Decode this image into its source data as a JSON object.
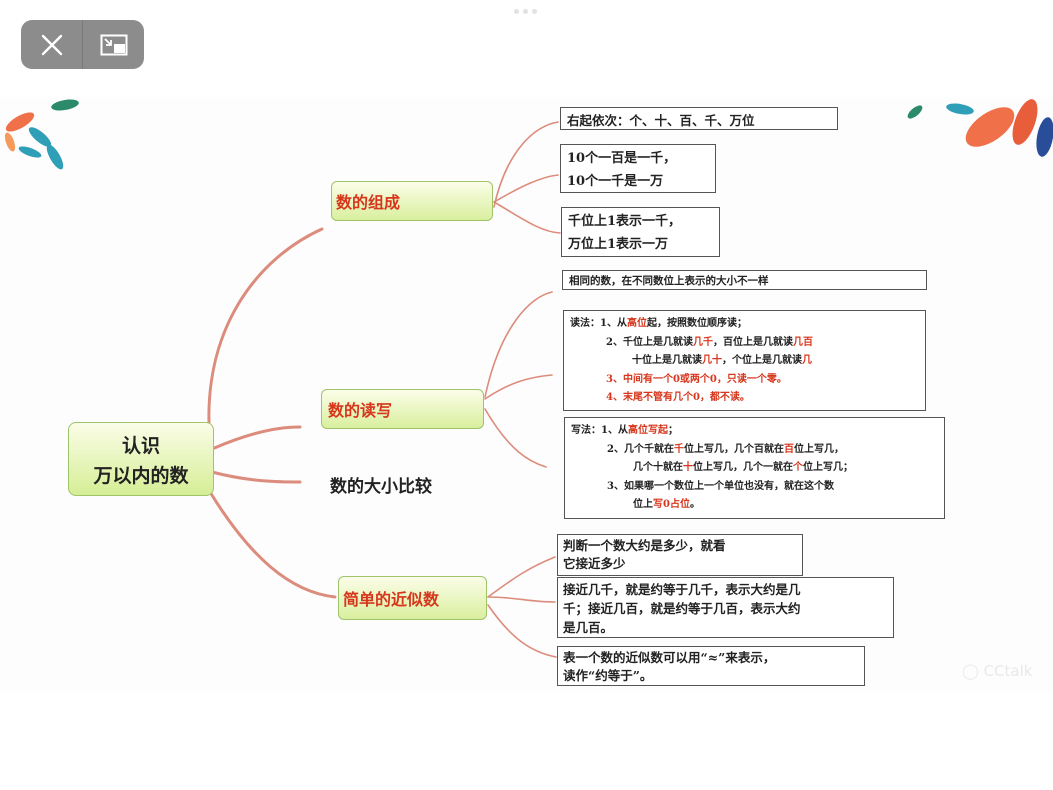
{
  "viewer": {
    "close_icon": "close-icon",
    "pip_icon": "picture-in-picture-icon"
  },
  "mindmap": {
    "root": {
      "line1": "认识",
      "line2": "万以内的数"
    },
    "branch1": {
      "label": "数的组成",
      "box1": "右起依次：个、十、百、千、万位",
      "box2": [
        "10个一百是一千，",
        "10个一千是一万"
      ],
      "box3": [
        "千位上1表示一千，",
        "万位上1表示一万"
      ]
    },
    "branch2": {
      "label": "数的读写",
      "box1": "相同的数，在不同数位上表示的大小不一样",
      "read": {
        "l1a": "读法：1、从",
        "l1b": "高位",
        "l1c": "起，按照数位顺序读；",
        "l2a": "2、千位上是几就读",
        "l2b": "几千",
        "l2c": "，百位上是几就读",
        "l2d": "几百",
        "l3a": "十位上是几就读",
        "l3b": "几十",
        "l3c": "，个位上是几就读",
        "l3d": "几",
        "l4": "3、中间有一个0或两个0，只读一个零。",
        "l5": "4、末尾不管有几个0，都不读。"
      },
      "write": {
        "l1a": "写法：1、从",
        "l1b": "高位写起",
        "l1c": "；",
        "l2a": "2、几个千就在",
        "l2b": "千",
        "l2c": "位上写几，几个百就在",
        "l2d": "百",
        "l2e": "位上写几，",
        "l3a": "几个十就在",
        "l3b": "十",
        "l3c": "位上写几，几个一就在",
        "l3d": "个",
        "l3e": "位上写几；",
        "l4": "3、如果哪一个数位上一个单位也没有，就在这个数",
        "l5a": "位上",
        "l5b": "写0占位",
        "l5c": "。"
      }
    },
    "branch3": {
      "label": "数的大小比较"
    },
    "branch4": {
      "label": "简单的近似数",
      "box1": [
        "判断一个数大约是多少，就看",
        "它接近多少"
      ],
      "box2": [
        "接近几千，就是约等于几千，表示大约是几",
        "千；接近几百，就是约等于几百，表示大约",
        "是几百。"
      ],
      "box3": [
        "表一个数的近似数可以用“≈”来表示，",
        "读作“约等于”。"
      ]
    },
    "watermark": "CCtalk"
  }
}
